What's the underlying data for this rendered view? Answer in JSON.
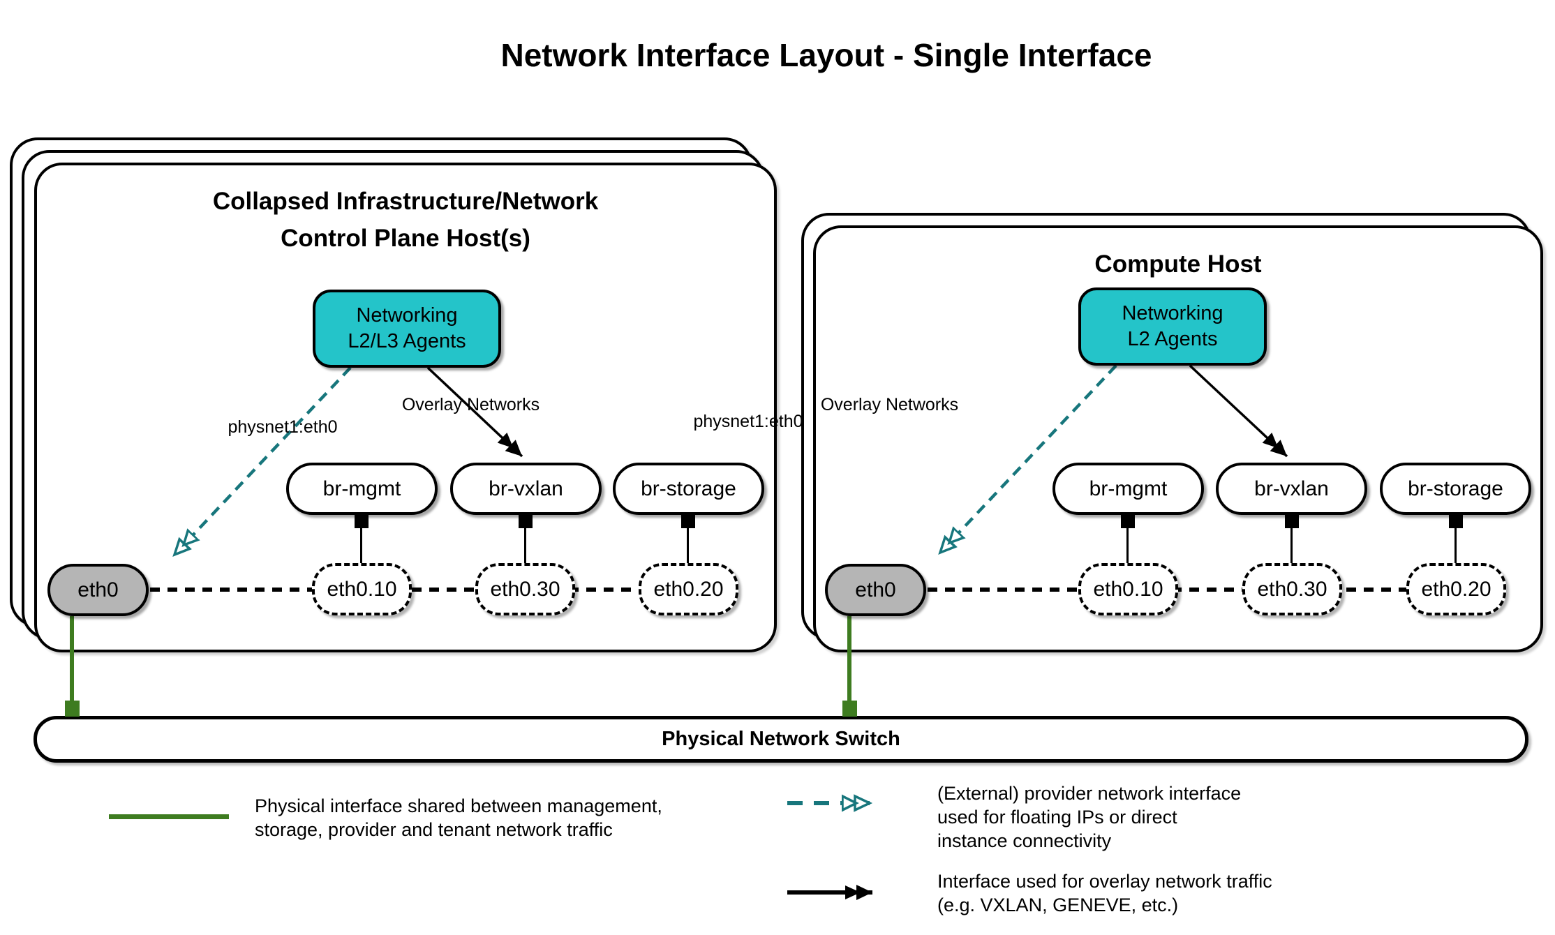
{
  "title": "Network Interface Layout - Single Interface",
  "colors": {
    "teal_fill": "#24c4c9",
    "teal_stroke": "#17767c",
    "green": "#3e7c20",
    "gray_interface_fill": "#b5b5b5",
    "black": "#000000"
  },
  "hosts": [
    {
      "title_lines": [
        "Collapsed Infrastructure/Network",
        "Control Plane Host(s)"
      ],
      "agent_lines": [
        "Networking",
        "L2/L3 Agents"
      ],
      "provider_label": "physnet1:eth0",
      "overlay_label": "Overlay Networks",
      "bridges": [
        "br-mgmt",
        "br-vxlan",
        "br-storage"
      ],
      "vlan_interfaces": [
        "eth0.10",
        "eth0.30",
        "eth0.20"
      ],
      "physical_interface": "eth0"
    },
    {
      "title_lines": [
        "Compute Host"
      ],
      "agent_lines": [
        "Networking",
        "L2 Agents"
      ],
      "provider_label": "physnet1:eth0",
      "overlay_label": "Overlay Networks",
      "bridges": [
        "br-mgmt",
        "br-vxlan",
        "br-storage"
      ],
      "vlan_interfaces": [
        "eth0.10",
        "eth0.30",
        "eth0.20"
      ],
      "physical_interface": "eth0"
    }
  ],
  "switch": {
    "label": "Physical Network Switch"
  },
  "legend": [
    {
      "symbol": "green-solid-line",
      "lines": [
        "Physical interface shared between management,",
        "storage, provider and tenant network traffic"
      ]
    },
    {
      "symbol": "teal-dashed-double-arrow",
      "lines": [
        "(External) provider network interface",
        "used for floating IPs or direct",
        "instance connectivity"
      ]
    },
    {
      "symbol": "black-solid-double-arrow",
      "lines": [
        "Interface used for overlay network traffic",
        "(e.g. VXLAN, GENEVE, etc.)"
      ]
    }
  ]
}
